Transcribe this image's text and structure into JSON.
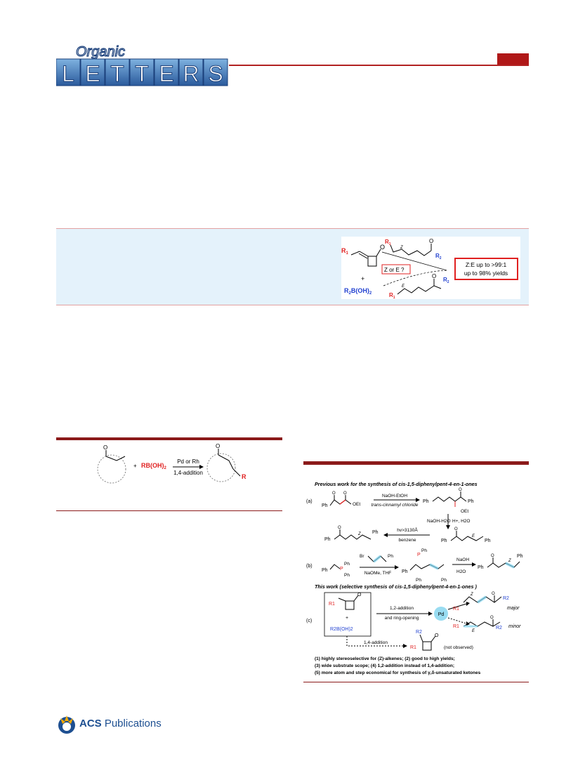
{
  "journal": {
    "logo_script": "Organic",
    "logo_letters": [
      "L",
      "E",
      "T",
      "T",
      "E",
      "R",
      "S"
    ]
  },
  "toc": {
    "r1": "R",
    "r1_sub": "1",
    "plus": "+",
    "boronic": "R",
    "boronic_sub": "2",
    "boronic_tail": "B(OH)",
    "boronic_tail_sub": "2",
    "question": "Z or E ?",
    "result_line1": "Z:E up to >99:1",
    "result_line2": "up to 98% yields",
    "z_label": "Z",
    "e_label": "E",
    "r2": "R",
    "r2_sub": "2",
    "carbonyl": "O"
  },
  "scheme1": {
    "carbonyl": "O",
    "plus": "+",
    "reagent": "RB(OH)",
    "reagent_sub": "2",
    "arrow_top": "Pd or Rh",
    "arrow_bottom": "1,4-addition",
    "product_r": "R"
  },
  "scheme2": {
    "heading_prev": "Previous work for the synthesis of cis-1,5-diphenylpent-4-en-1-ones",
    "a_label": "(a)",
    "a_reagent_top": "NaOH-EtOH",
    "a_reagent_bottom": "trans-cinnamyl chloride",
    "a_oet": "OEt",
    "a_oet2": "OEt",
    "ph": "Ph",
    "naoh_h2o": "NaOH-H2O",
    "h_plus": "H+, H2O",
    "hv": "hv>3130Å",
    "benzene": "benzene",
    "z": "Z",
    "e": "E",
    "b_label": "(b)",
    "b_reagent": "NaOMe, THF",
    "br": "Br",
    "p": "P",
    "o": "O",
    "naoh": "NaOH",
    "h2o": "H2O",
    "heading_this": "This work (selective synthesis of cis-1,5-diphenylpent-4-en-1-ones )",
    "c_label": "(c)",
    "r1": "R1",
    "r2boh2": "R2B(OH)2",
    "c_arrow_top": "1,2-addition",
    "c_arrow_bottom": "and  ring-opening",
    "pd": "Pd",
    "major": "major",
    "minor": "minor",
    "r2": "R2",
    "add14": "1,4-addition",
    "not_observed": "(not observed)",
    "notes": [
      "(1) highly stereoselective for (Z)-alkenes; (2) good to high yields;",
      "(3) wide substrate scope; (4) 1,2-addition instead of 1,4-addition;",
      "(5) more atom and step economical for synthesis of γ,δ-unsaturated ketones"
    ]
  },
  "footer": {
    "acs_bold": "ACS",
    "acs_rest": " Publications"
  },
  "colors": {
    "accent_red": "#b22222",
    "scheme_rule": "#8b1a1a",
    "toc_bg": "#e4f2fb",
    "blue": "#1f3fd0",
    "red": "#e02020",
    "highlight": "#7fd3ee"
  }
}
